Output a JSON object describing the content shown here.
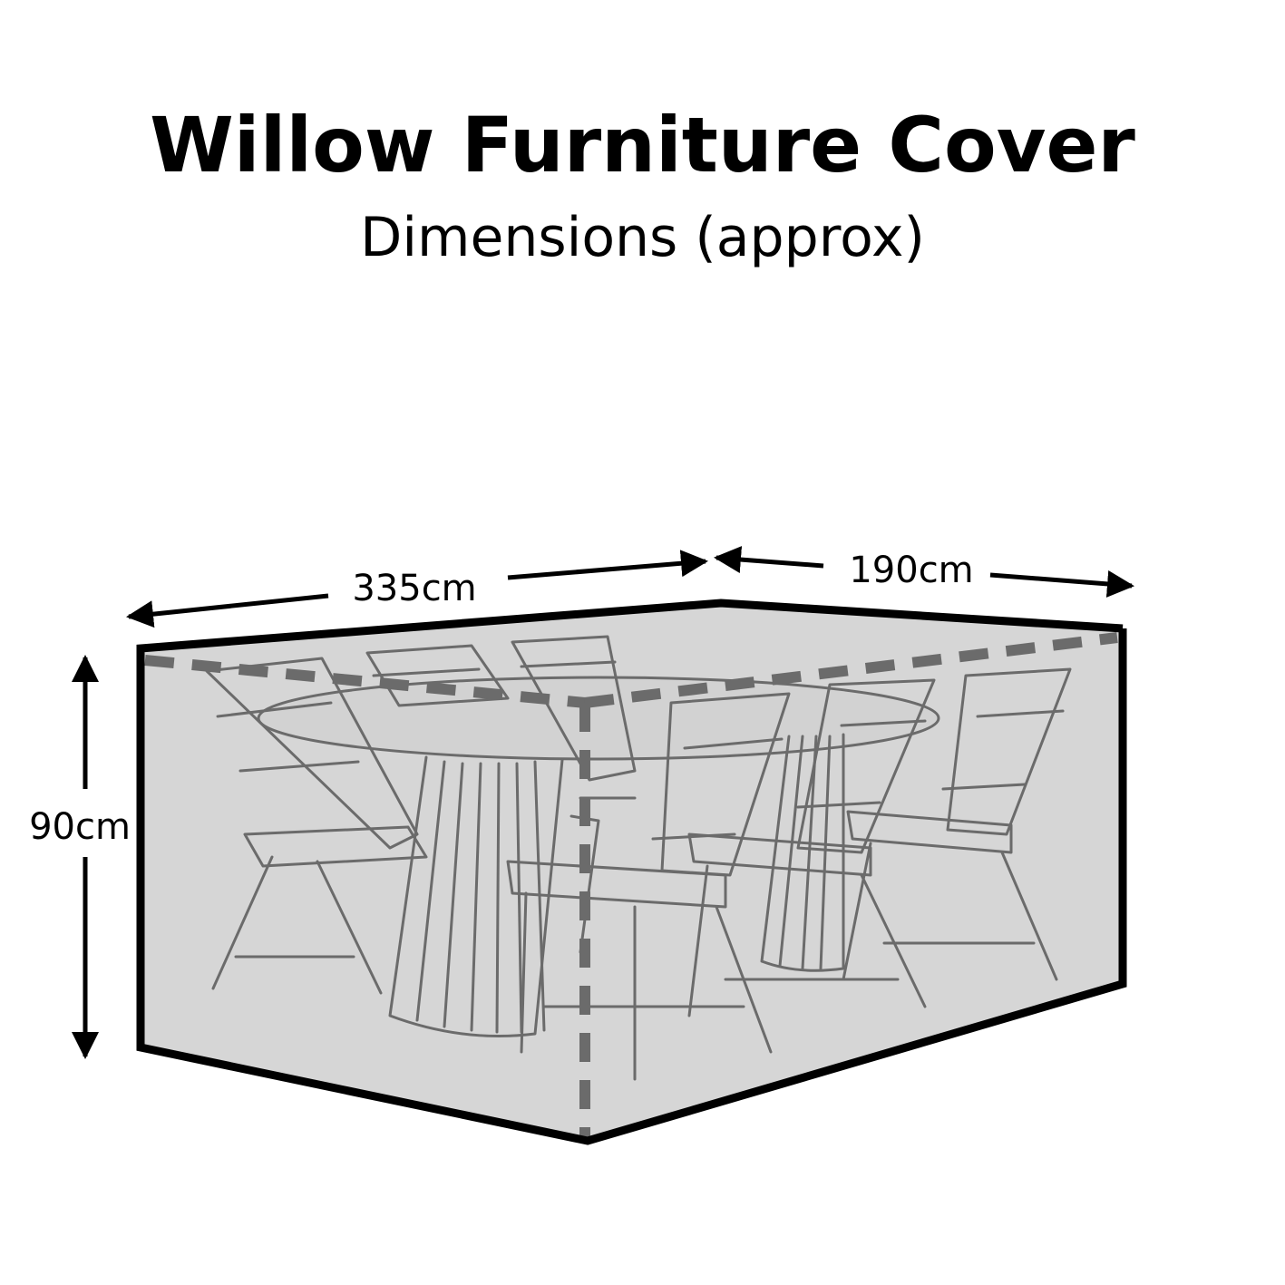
{
  "title": "Willow Furniture Cover",
  "subtitle": "Dimensions (approx)",
  "dimensions": {
    "length": "335cm",
    "width": "190cm",
    "height": "90cm"
  },
  "icons": [
    "dimension-arrow-icon"
  ],
  "colors": {
    "cover_fill": "#d6d6d6",
    "cover_outline": "#000000",
    "hidden_edge": "#6b6b6b",
    "furniture_line": "#6b6b6b"
  }
}
